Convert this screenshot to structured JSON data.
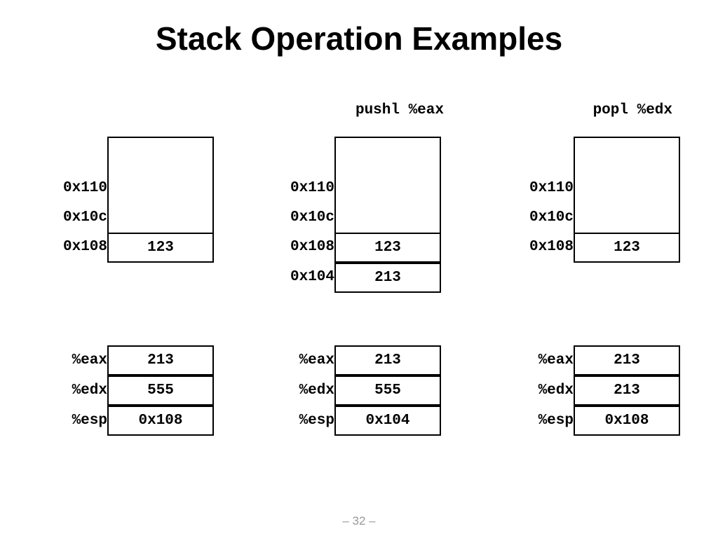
{
  "title": "Stack Operation Examples",
  "footer": "– 32 –",
  "columns": [
    {
      "operation": "",
      "addresses": [
        "0x110",
        "0x10c",
        "0x108"
      ],
      "stack_values": [
        "123"
      ],
      "registers": [
        {
          "name": "%eax",
          "value": "213"
        },
        {
          "name": "%edx",
          "value": "555"
        },
        {
          "name": "%esp",
          "value": "0x108"
        }
      ]
    },
    {
      "operation": "pushl %eax",
      "addresses": [
        "0x110",
        "0x10c",
        "0x108",
        "0x104"
      ],
      "stack_values": [
        "123",
        "213"
      ],
      "registers": [
        {
          "name": "%eax",
          "value": "213"
        },
        {
          "name": "%edx",
          "value": "555"
        },
        {
          "name": "%esp",
          "value": "0x104"
        }
      ]
    },
    {
      "operation": "popl %edx",
      "addresses": [
        "0x110",
        "0x10c",
        "0x108"
      ],
      "stack_values": [
        "123"
      ],
      "registers": [
        {
          "name": "%eax",
          "value": "213"
        },
        {
          "name": "%edx",
          "value": "213"
        },
        {
          "name": "%esp",
          "value": "0x108"
        }
      ]
    }
  ]
}
